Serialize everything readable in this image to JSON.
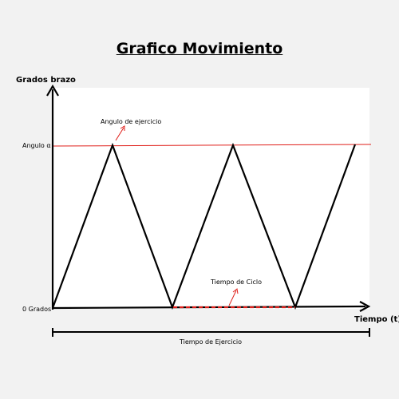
{
  "title": "Grafico Movimiento",
  "axes": {
    "y_title": "Grados brazo",
    "x_title": "Tiempo (t)",
    "y_tick_top": "Angulo α",
    "y_tick_bottom": "0 Grados"
  },
  "annotations": {
    "peak": "Angulo de ejercicio",
    "cycle": "Tiempo de Ciclo",
    "span": "Tiempo de Ejercicio"
  },
  "colors": {
    "background": "#f2f2f2",
    "plot_area": "#ffffff",
    "line": "#000000",
    "accent": "#e0201b"
  }
}
